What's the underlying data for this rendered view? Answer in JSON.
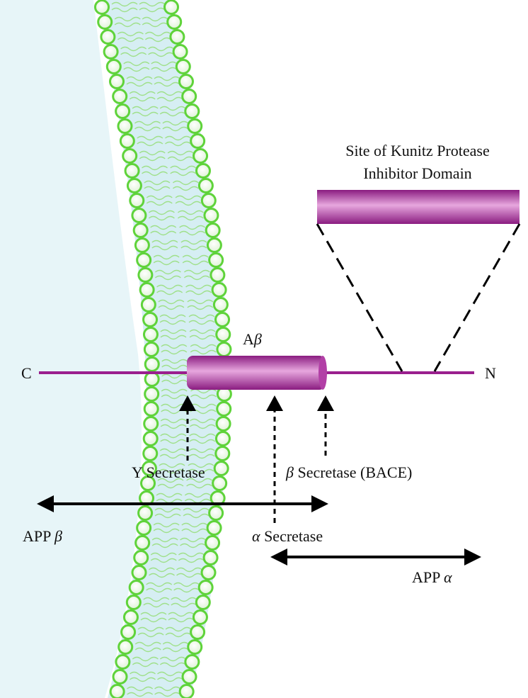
{
  "labels": {
    "kunitz_line1": "Site of Kunitz Protease",
    "kunitz_line2": "Inhibitor Domain",
    "abeta_prefix": "A",
    "abeta_greek": "β",
    "c_terminus": "C",
    "n_terminus": "N",
    "gamma_secretase": "Y Secretase",
    "beta_greek": "β",
    "beta_secretase": " Secretase (BACE)",
    "alpha_greek": "α",
    "alpha_secretase": " Secretase",
    "app_beta_prefix": "APP ",
    "app_beta_greek": "β",
    "app_alpha_prefix": "APP ",
    "app_alpha_greek": "α"
  },
  "colors": {
    "background": "#ffffff",
    "cytoplasm": "#e7f5f8",
    "membrane_fill": "#d6eef3",
    "lipid_head_outline": "#5fd33a",
    "lipid_head_fill": "#dff3d6",
    "lipid_tail": "#9fe08a",
    "protein": "#9a1f8e",
    "protein_light": "#e8a6df",
    "arrow": "#000000"
  }
}
